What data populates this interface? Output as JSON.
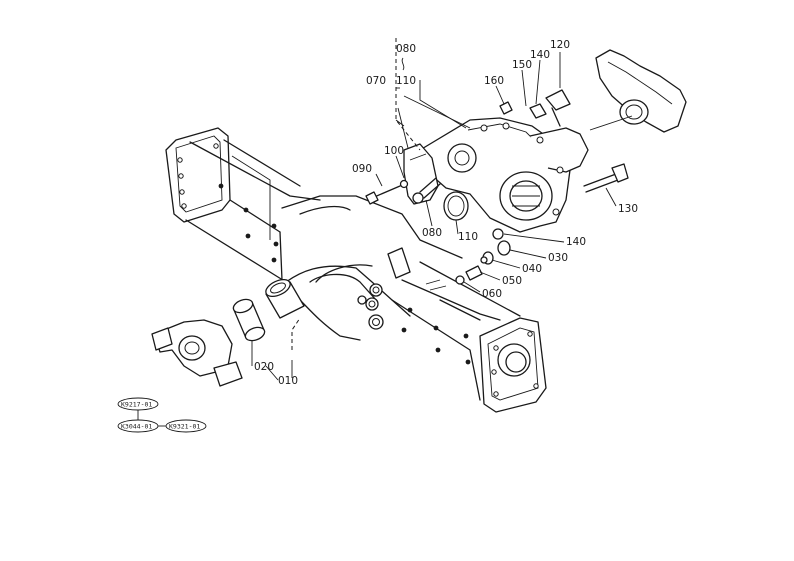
{
  "labels": {
    "l080_top": "080",
    "l070": "070",
    "l110_top": "110",
    "l120": "120",
    "l140_top": "140",
    "l150": "150",
    "l160": "160",
    "l100": "100",
    "l090": "090",
    "l080": "080",
    "l110": "110",
    "l130": "130",
    "l140": "140",
    "l030": "030",
    "l040": "040",
    "l050": "050",
    "l060": "060",
    "l020": "020",
    "l010": "010"
  },
  "refs": {
    "r1": "K9217-01",
    "r2": "K3044-01",
    "r3": "K9321-01"
  }
}
